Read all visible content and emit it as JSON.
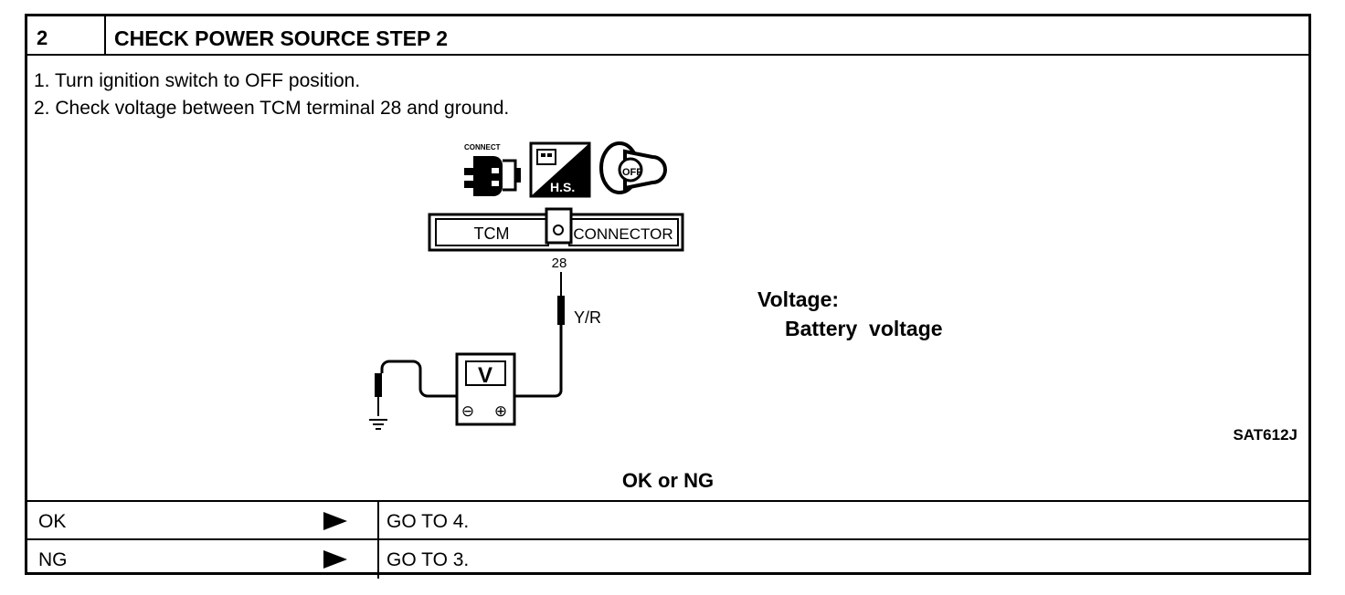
{
  "header": {
    "step_number": "2",
    "title": "CHECK POWER SOURCE STEP 2"
  },
  "instructions": [
    "1.  Turn ignition switch to OFF position.",
    "2.  Check voltage between TCM terminal 28 and ground."
  ],
  "diagram": {
    "icons": {
      "connect_label": "CONNECT",
      "hs_label": "H.S.",
      "off_label": "OFF"
    },
    "connector_left": "TCM",
    "connector_right": "CONNECTOR",
    "terminal": "28",
    "wire_color": "Y/R",
    "meter_label": "V",
    "meter_minus": "⊖",
    "meter_plus": "⊕"
  },
  "spec": {
    "label": "Voltage:",
    "value": "Battery  voltage"
  },
  "figure_code": "SAT612J",
  "result_prompt": "OK or NG",
  "results": [
    {
      "result": "OK",
      "action": "GO TO 4."
    },
    {
      "result": "NG",
      "action": "GO TO 3."
    }
  ]
}
